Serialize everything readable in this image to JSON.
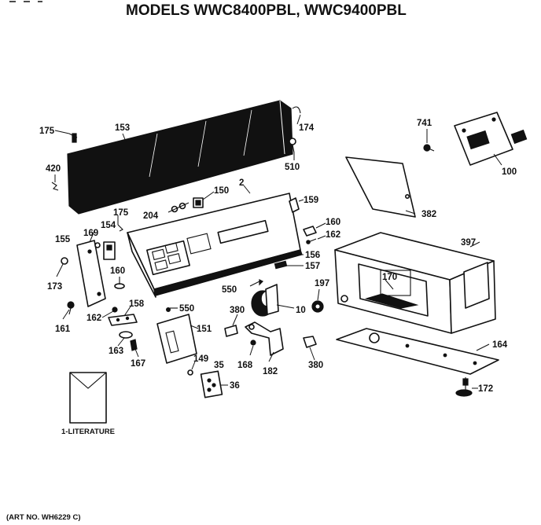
{
  "title": "MODELS WWC8400PBL, WWC9400PBL",
  "art_no": "(ART NO. WH6229 C)",
  "literature": {
    "label": "1-LITERATURE"
  },
  "part_numbers": {
    "p175a": "175",
    "p153": "153",
    "p420": "420",
    "p174": "174",
    "p510": "510",
    "p741": "741",
    "p100": "100",
    "p150": "150",
    "p2": "2",
    "p204": "204",
    "p159": "159",
    "p382": "382",
    "p175b": "175",
    "p154": "154",
    "p169": "169",
    "p155": "155",
    "p160a": "160",
    "p162a": "162",
    "p397": "397",
    "p156": "156",
    "p157": "157",
    "p160b": "160",
    "p173": "173",
    "p197": "197",
    "p170": "170",
    "p550a": "550",
    "p10": "10",
    "p158": "158",
    "p550b": "550",
    "p380a": "380",
    "p161": "161",
    "p162b": "162",
    "p151": "151",
    "p164": "164",
    "p163": "163",
    "p167": "167",
    "p149": "149",
    "p35": "35",
    "p168": "168",
    "p182": "182",
    "p380b": "380",
    "p36": "36",
    "p172": "172"
  }
}
